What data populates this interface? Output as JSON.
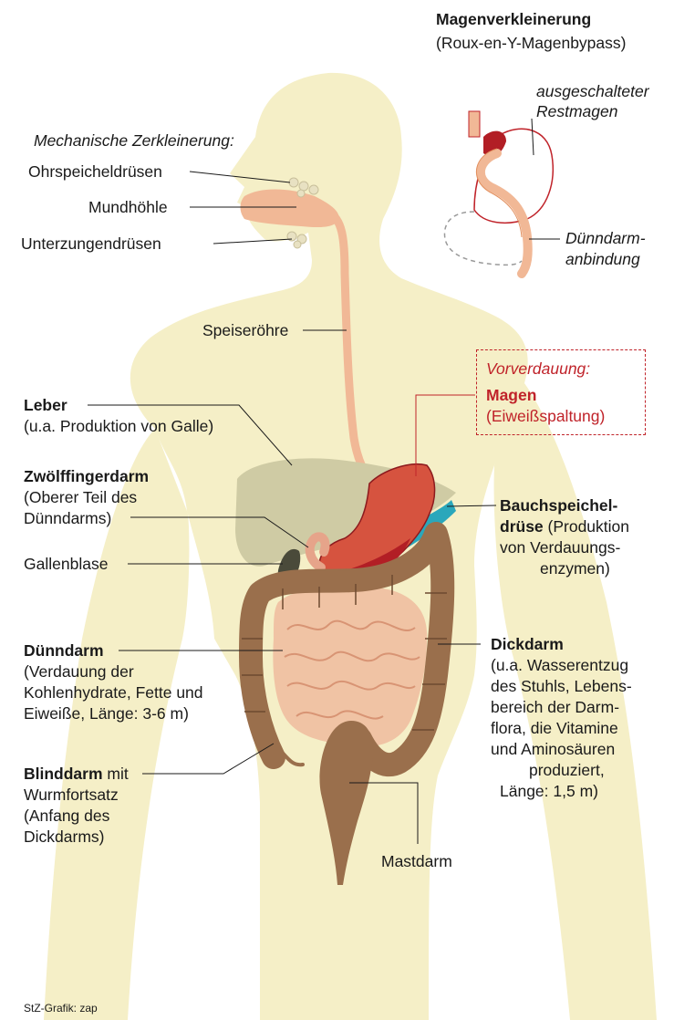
{
  "colors": {
    "body": "#f5efc7",
    "esophagus": "#f1b896",
    "stomach": "#d6533f",
    "stomach_dark": "#b21e25",
    "liver": "#cfcba4",
    "pancreas": "#2aa7bb",
    "small_intestine": "#f0c3a4",
    "colon": "#9a6f4c",
    "leader": "#1a1a1a",
    "accent": "#c0232a"
  },
  "inset": {
    "title": "Magenverkleinerung",
    "subtitle": "(Roux-en-Y-Magenbypass)",
    "rest_stomach": [
      "ausgeschalteter",
      "Restmagen"
    ],
    "bypass": [
      "Dünndarm-",
      "anbindung"
    ]
  },
  "labels": {
    "mechanical": "Mechanische Zerkleinerung:",
    "parotid": "Ohrspeicheldrüsen",
    "mouth": "Mundhöhle",
    "sublingual": "Unterzungendrüsen",
    "esophagus": "Speiseröhre",
    "liver_title": "Leber",
    "liver_desc": "(u.a. Produktion von Galle)",
    "duodenum_title": "Zwölffingerdarm",
    "duodenum_desc": [
      "(Oberer Teil des",
      "Dünndarms)"
    ],
    "gallbladder": "Gallenblase",
    "small_int_title": "Dünndarm",
    "small_int_desc": [
      "(Verdauung der",
      "Kohlenhydrate, Fette und",
      "Eiweiße, Länge: 3-6 m)"
    ],
    "appendix_title": "Blinddarm",
    "appendix_mit": " mit",
    "appendix_desc": [
      "Wurmfortsatz",
      "(Anfang des",
      "Dickdarms)"
    ],
    "predigest": "Vorverdauung:",
    "stomach_title": "Magen",
    "stomach_desc": "(Eiweißspaltung)",
    "pancreas_title": [
      "Bauchspeichel-",
      "drüse"
    ],
    "pancreas_desc": [
      " (Produktion",
      "von Verdauungs-",
      "enzymen)"
    ],
    "colon_title": "Dickdarm",
    "colon_desc": [
      "(u.a. Wasserentzug",
      "des Stuhls, Lebens-",
      "bereich der Darm-",
      "flora, die Vitamine",
      "und Aminosäuren",
      "produziert,",
      "Länge: 1,5 m)"
    ],
    "rectum": "Mastdarm"
  },
  "credit": "StZ-Grafik: zap"
}
